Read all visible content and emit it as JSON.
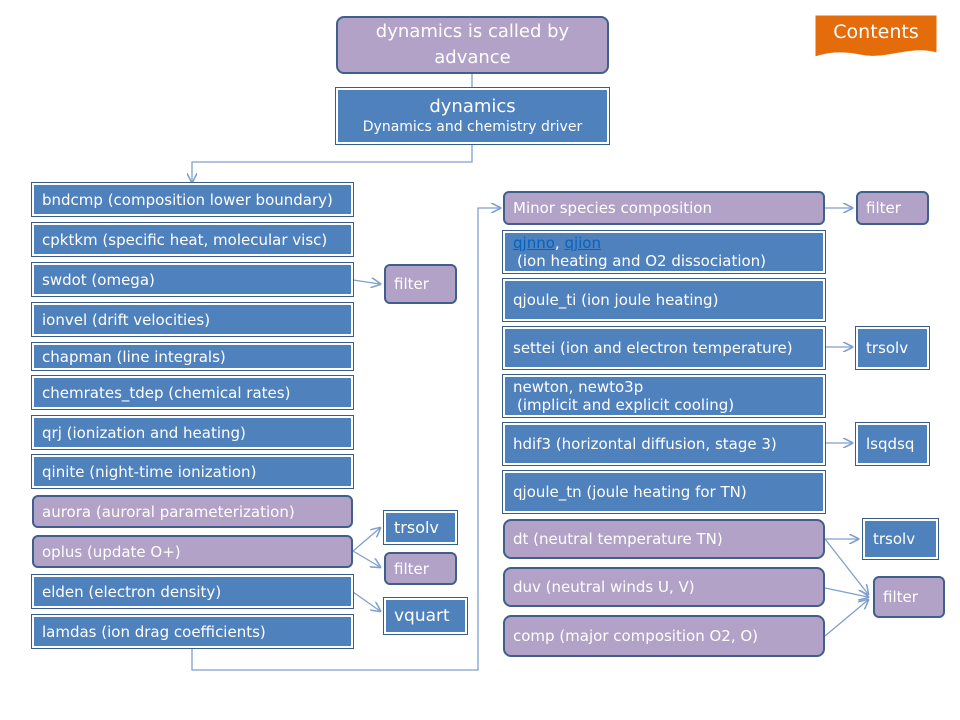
{
  "top": {
    "called_by": "dynamics is called by advance",
    "driver_title": "dynamics",
    "driver_subtitle": "Dynamics and chemistry driver"
  },
  "contents_button": "Contents",
  "left_column": [
    "bndcmp (composition lower boundary)",
    "cpktkm (specific heat, molecular visc)",
    "swdot (omega)",
    "ionvel (drift velocities)",
    "chapman (line integrals)",
    "chemrates_tdep (chemical rates)",
    "qrj (ionization and heating)",
    "qinite (night-time ionization)",
    "aurora (auroral parameterization)",
    "oplus (update O+)",
    "elden (electron density)",
    "lamdas (ion drag coefficients)"
  ],
  "left_side_boxes": {
    "swdot_filter": "filter",
    "oplus_trsolv": "trsolv",
    "oplus_filter": "filter",
    "elden_vquart": "vquart"
  },
  "right_column": {
    "minor_species": "Minor species composition",
    "qjnno_link": "qjnno",
    "qjion_sep": ", ",
    "qjion_link": "qjion",
    "qjnno_desc": "(ion heating and O2 dissociation)",
    "qjoule_ti": "qjoule_ti (ion joule heating)",
    "settei": "settei  (ion and electron temperature)",
    "newton_line1": "newton, newto3p",
    "newton_line2": "(implicit and explicit cooling)",
    "hdif3": "hdif3 (horizontal diffusion, stage 3)",
    "qjoule_tn": "qjoule_tn (joule heating for TN)",
    "dt": "dt (neutral temperature TN)",
    "duv": "duv (neutral winds U, V)",
    "comp": "comp (major composition O2, O)"
  },
  "right_side_boxes": {
    "minor_filter": "filter",
    "settei_trsolv": "trsolv",
    "hdif3_lsqdsq": "lsqdsq",
    "dt_trsolv": "trsolv",
    "dt_filter": "filter"
  },
  "colors": {
    "blue": "#4f81bd",
    "purple": "#b2a2c7",
    "orange": "#e46c0a",
    "connector": "#7f9fcf"
  }
}
